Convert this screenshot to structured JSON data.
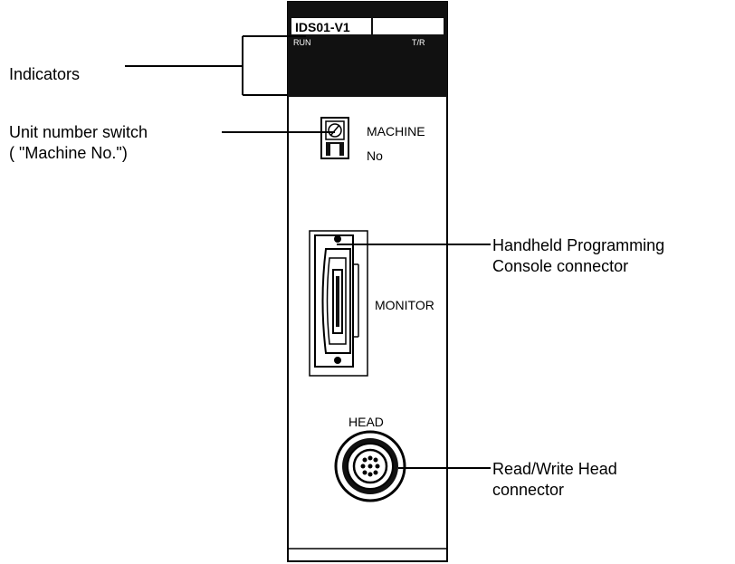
{
  "module": {
    "model_label": "IDS01-V1",
    "indicator_run": "RUN",
    "indicator_tr": "T/R",
    "switch_label_1": "MACHINE",
    "switch_label_2": "No",
    "monitor_label": "MONITOR",
    "head_label": "HEAD"
  },
  "callouts": {
    "indicators": "Indicators",
    "unit_switch_line1": "Unit number switch",
    "unit_switch_line2": "( \"Machine No.\")",
    "console_line1": "Handheld Programming",
    "console_line2": "Console connector",
    "head_line1": "Read/Write Head",
    "head_line2": "connector"
  },
  "colors": {
    "panel_fill": "#ffffff",
    "indicator_area": "#111111",
    "line": "#000000"
  }
}
